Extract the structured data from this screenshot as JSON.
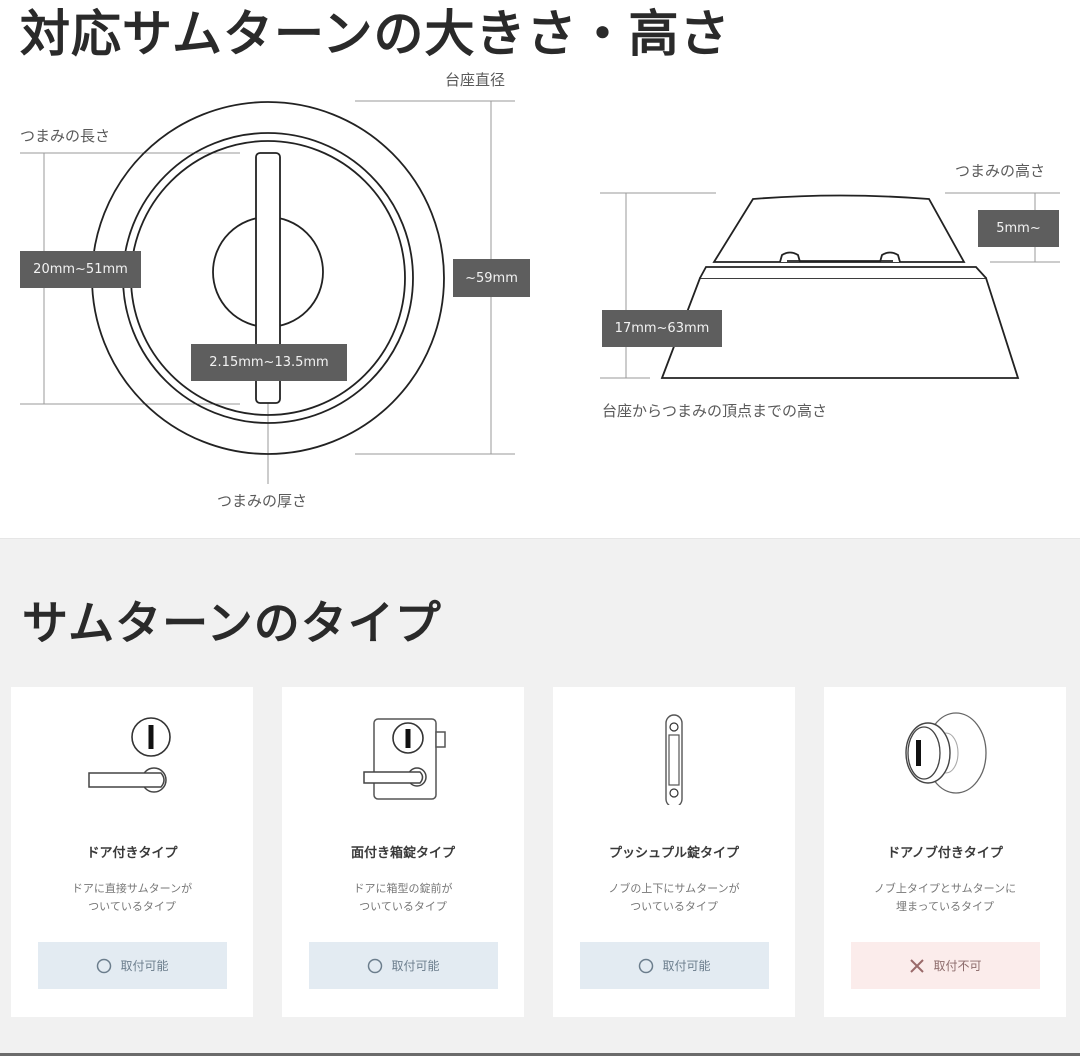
{
  "top_section": {
    "title": "対応サムターンの大きさ・高さ",
    "front_view": {
      "base_diameter_label": "台座直径",
      "base_diameter_value": "~59mm",
      "knob_length_label": "つまみの長さ",
      "knob_length_value": "20mm~51mm",
      "knob_thickness_label": "つまみの厚さ",
      "knob_thickness_value": "2.15mm~13.5mm"
    },
    "side_view": {
      "knob_height_label": "つまみの高さ",
      "knob_height_value": "5mm~",
      "total_height_value": "17mm~63mm",
      "total_height_caption": "台座からつまみの頂点までの高さ"
    }
  },
  "types_section": {
    "title": "サムターンのタイプ",
    "colors": {
      "ok_bg": "#e3ebf2",
      "ng_bg": "#fbeceb",
      "ok_text": "#6b7d8c",
      "ng_text": "#8c6b6b"
    },
    "cards": [
      {
        "icon": "lever-handle-thumbturn-icon",
        "name": "ドア付きタイプ",
        "desc_line1": "ドアに直接サムターンが",
        "desc_line2": "ついているタイプ",
        "status_icon": "circle-ok-icon",
        "status": "取付可能"
      },
      {
        "icon": "box-lock-thumbturn-icon",
        "name": "面付き箱錠タイプ",
        "desc_line1": "ドアに箱型の錠前が",
        "desc_line2": "ついているタイプ",
        "status_icon": "circle-ok-icon",
        "status": "取付可能"
      },
      {
        "icon": "push-pull-lock-icon",
        "name": "プッシュプル錠タイプ",
        "desc_line1": "ノブの上下にサムターンが",
        "desc_line2": "ついているタイプ",
        "status_icon": "circle-ok-icon",
        "status": "取付可能"
      },
      {
        "icon": "doorknob-thumbturn-icon",
        "name": "ドアノブ付きタイプ",
        "desc_line1": "ノブ上タイプとサムターンに",
        "desc_line2": "埋まっているタイプ",
        "status_icon": "cross-ng-icon",
        "status": "取付不可"
      }
    ]
  }
}
